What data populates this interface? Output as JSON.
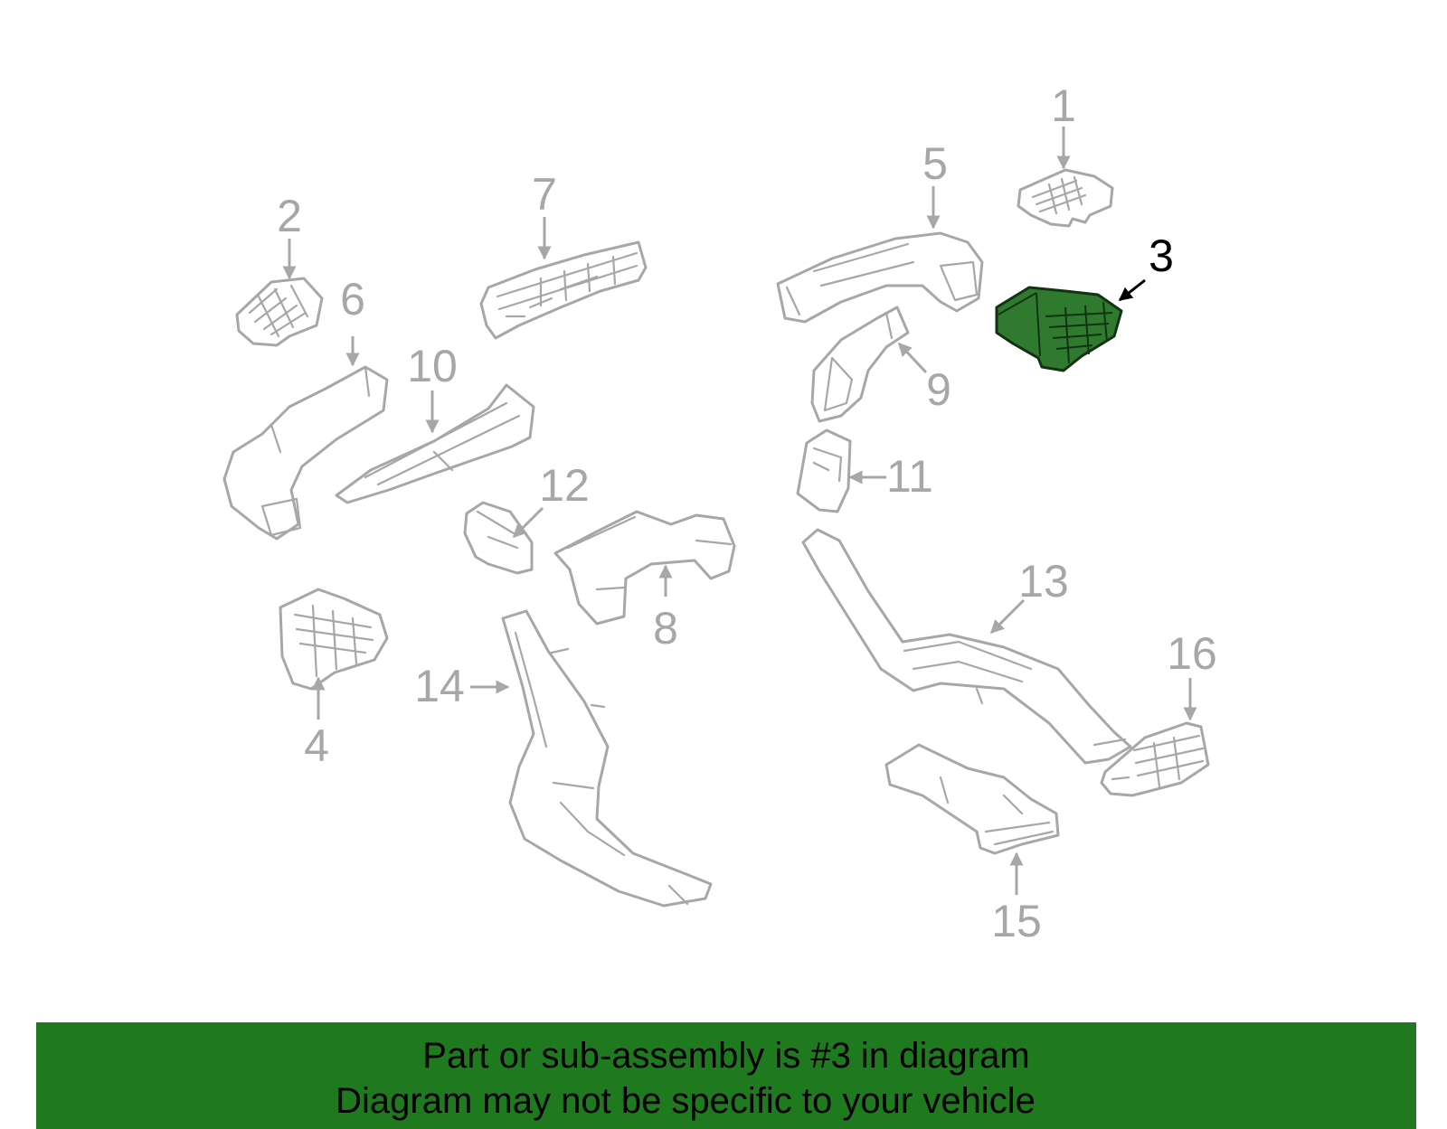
{
  "diagram": {
    "highlighted_part": "3",
    "callouts": [
      "1",
      "2",
      "3",
      "4",
      "5",
      "6",
      "7",
      "8",
      "9",
      "10",
      "11",
      "12",
      "13",
      "14",
      "15",
      "16"
    ],
    "colors": {
      "part_outline": "#a7a7a7",
      "highlight_fill": "#2f7a2f",
      "highlight_callout": "#000000"
    }
  },
  "footer": {
    "line1": "Part or sub-assembly is #3 in diagram",
    "line2": "Diagram may not be specific to your vehicle",
    "background": "#1f7a1f"
  }
}
